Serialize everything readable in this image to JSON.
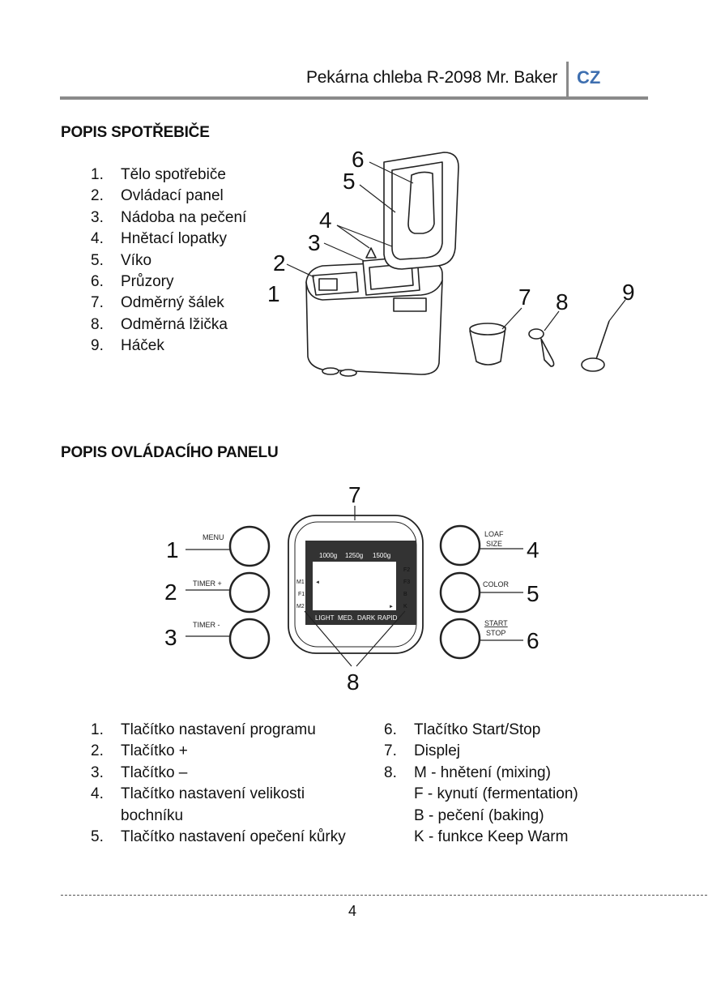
{
  "header": {
    "title": "Pekárna chleba R-2098 Mr. Baker",
    "lang": "CZ"
  },
  "section1": {
    "heading": "POPIS SPOTŘEBIČE",
    "items": [
      {
        "num": "1.",
        "label": "Tělo spotřebiče"
      },
      {
        "num": "2.",
        "label": "Ovládací panel"
      },
      {
        "num": "3.",
        "label": "Nádoba na pečení"
      },
      {
        "num": "4.",
        "label": "Hnětací lopatky"
      },
      {
        "num": "5.",
        "label": "Víko"
      },
      {
        "num": "6.",
        "label": "Průzory"
      },
      {
        "num": "7.",
        "label": "Odměrný šálek"
      },
      {
        "num": "8.",
        "label": "Odměrná lžička"
      },
      {
        "num": "9.",
        "label": "Háček"
      }
    ],
    "figure_numbers": [
      "1",
      "2",
      "3",
      "4",
      "5",
      "6",
      "7",
      "8",
      "9"
    ]
  },
  "section2": {
    "heading": "POPIS OVLÁDACÍHO PANELU",
    "panel": {
      "btn_menu": "MENU",
      "btn_timer_plus": "TIMER +",
      "btn_timer_minus": "TIMER -",
      "btn_loaf_1": "LOAF",
      "btn_loaf_2": "SIZE",
      "btn_color": "COLOR",
      "btn_start": "START",
      "btn_stop": "STOP",
      "weights": [
        "1000g",
        "1250g",
        "1500g"
      ],
      "left_labels": [
        "M1",
        "F1",
        "M2"
      ],
      "right_labels": [
        "F2",
        "F3",
        "B",
        "K"
      ],
      "crust": [
        "LIGHT",
        "MED.",
        "DARK",
        "RAPID"
      ],
      "callouts": [
        "1",
        "2",
        "3",
        "4",
        "5",
        "6",
        "7",
        "8"
      ]
    },
    "items_left": [
      {
        "num": "1.",
        "label": "Tlačítko nastavení programu"
      },
      {
        "num": "2.",
        "label": "Tlačítko +"
      },
      {
        "num": "3.",
        "label": "Tlačítko –"
      },
      {
        "num": "4.",
        "label": "Tlačítko nastavení velikosti"
      },
      {
        "num": "",
        "label": "bochníku"
      },
      {
        "num": "5.",
        "label": "Tlačítko nastavení opečení kůrky"
      }
    ],
    "items_right": [
      {
        "num": "6.",
        "label": "Tlačítko Start/Stop"
      },
      {
        "num": "7.",
        "label": "Displej"
      },
      {
        "num": "8.",
        "label": "M - hnětení (mixing)"
      },
      {
        "num": "",
        "label": "F - kynutí (fermentation)"
      },
      {
        "num": "",
        "label": "B - pečení (baking)"
      },
      {
        "num": "",
        "label": "K - funkce Keep Warm"
      }
    ]
  },
  "footer": {
    "page": "4"
  }
}
